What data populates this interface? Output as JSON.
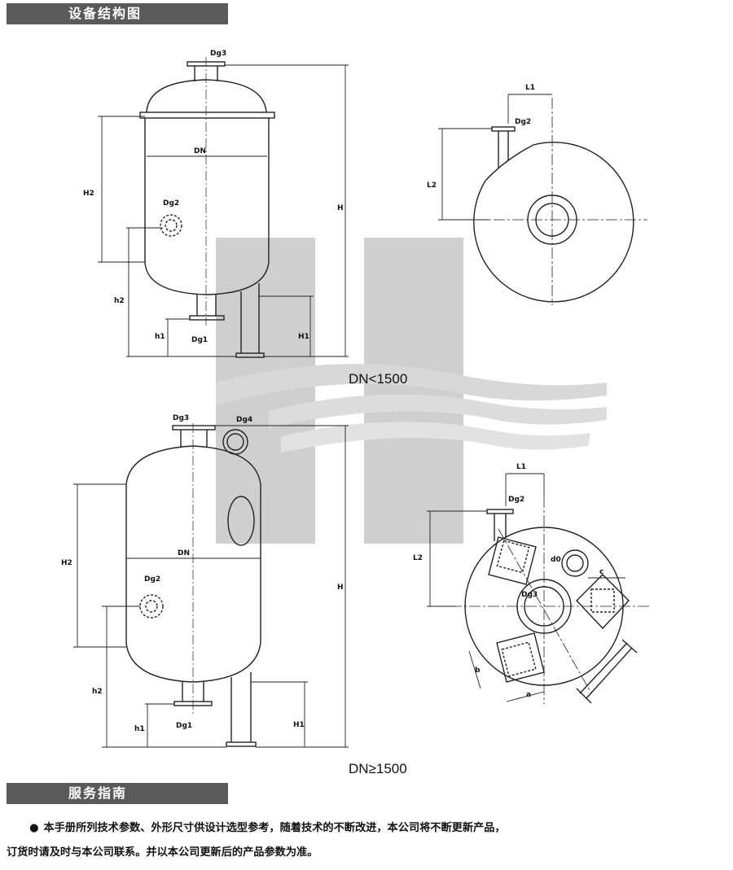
{
  "sections": {
    "structure_title": "设备结构图",
    "service_title": "服务指南"
  },
  "captions": {
    "small": "DN<1500",
    "large": "DN≥1500"
  },
  "labels": {
    "dg1": "Dg1",
    "dg2": "Dg2",
    "dg3": "Dg3",
    "dg4": "Dg4",
    "dn": "DN",
    "h": "H",
    "h1_upper": "H1",
    "h2_upper": "H2",
    "h1_lower": "h1",
    "h2_lower": "h2",
    "l1": "L1",
    "l2": "L2",
    "a": "a",
    "b": "b",
    "c": "c",
    "d0": "d0"
  },
  "note": {
    "bullet": "●",
    "line1": "本手册所列技术参数、外形尺寸供设计选型参考，随着技术的不断改进，本公司将不断更新产品，",
    "line2": "订货时请及时与本公司联系。并以本公司更新后的产品参数为准。"
  },
  "colors": {
    "banner_bg": "#5a5a5a",
    "watermark": "#c8c8c8",
    "line": "#222222"
  },
  "watermark_icon": "hf-logo-watermark"
}
